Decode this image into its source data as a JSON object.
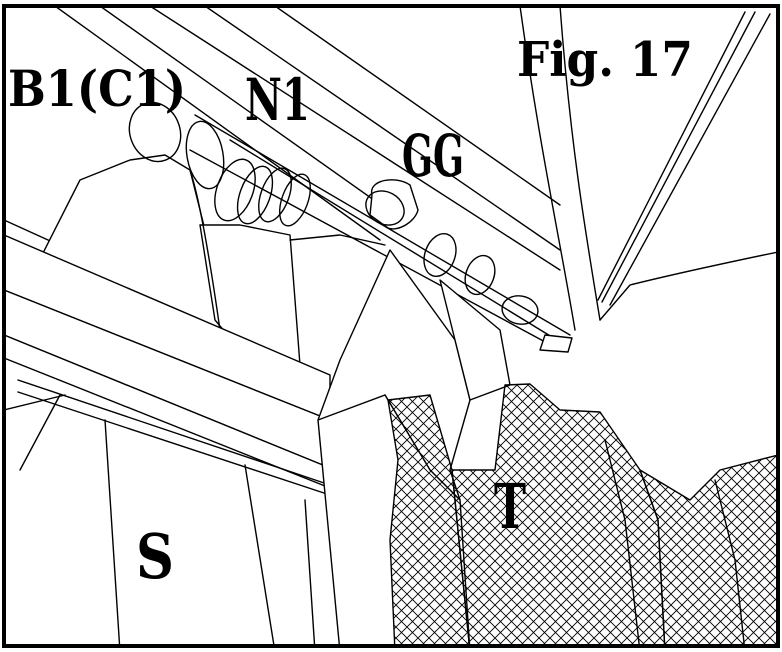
{
  "figure": {
    "title": "Fig. 17",
    "labels": {
      "b1_c1": "B1(C1)",
      "n1": "N1",
      "gg": "GG",
      "s": "S",
      "t": "T"
    }
  }
}
